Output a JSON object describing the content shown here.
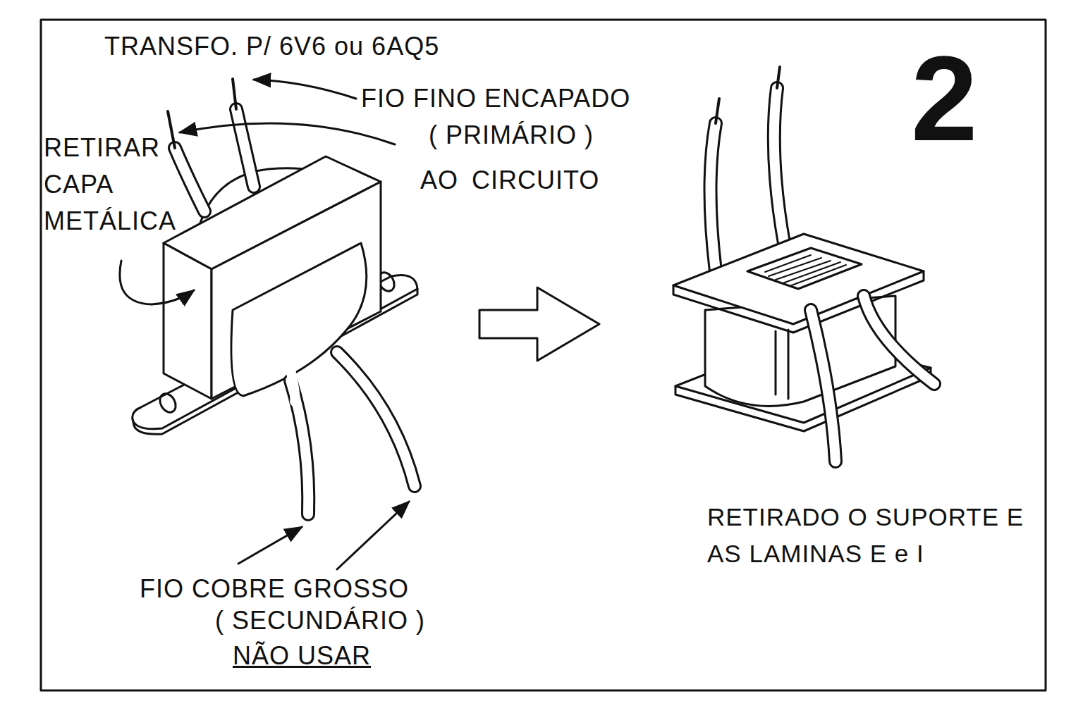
{
  "diagram": {
    "labels": [
      "TRANSFO. P/ 6V6 ou 6AQ5",
      "FIO FINO ENCAPADO",
      "( PRIMÁRIO )",
      "AO CIRCUITO",
      "RETIRAR CAPA METÁLICA",
      "FIO COBRE GROSSO",
      "( SECUNDÁRIO )",
      "NÃO USAR",
      "2",
      "RETIRADO O SUPORTE E AS LAMINAS E e I"
    ]
  }
}
